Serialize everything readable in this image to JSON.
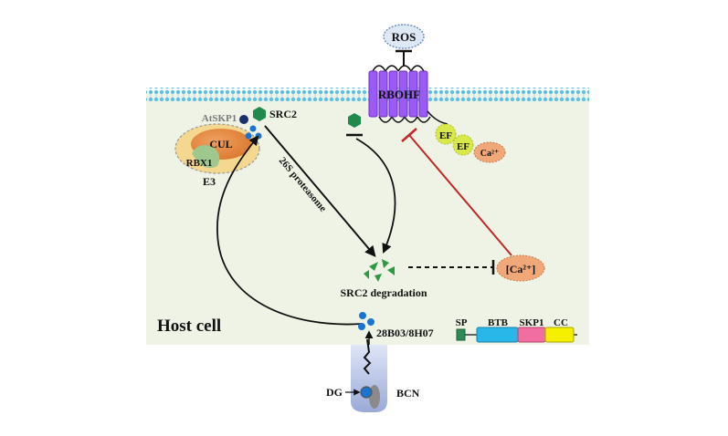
{
  "labels": {
    "ros": "ROS",
    "rbohf": "RBOHF",
    "src2": "SRC2",
    "atskp1": "AtSKP1",
    "cul": "CUL",
    "rbx1": "RBX1",
    "e3": "E3",
    "proteasome": "26S proteasome",
    "ef1": "EF",
    "ef2": "EF",
    "ca_small": "Ca²⁺",
    "ca_box": "[Ca²⁺]",
    "degradation": "SRC2 degradation",
    "host_cell": "Host cell",
    "effector": "28B03/8H07",
    "dg": "DG",
    "bcn": "BCN",
    "domains": [
      "SP",
      "BTB",
      "SKP1",
      "CC"
    ]
  },
  "colors": {
    "membrane": "#6ec6e8",
    "cytoplasm": "#eef3e6",
    "rbohf": "#9b59f5",
    "src2": "#1f8a4c",
    "inhibition_red": "#c0282a",
    "effector_blue": "#1a74d0",
    "domain_sp": "#2e8b57",
    "domain_btb": "#29b6e8",
    "domain_skp1": "#f06ea0",
    "domain_cc": "#f5f000"
  },
  "icons": [
    "hexagon-src2-icon",
    "degraded-fragments-icon",
    "nematode-stylet-icon"
  ]
}
